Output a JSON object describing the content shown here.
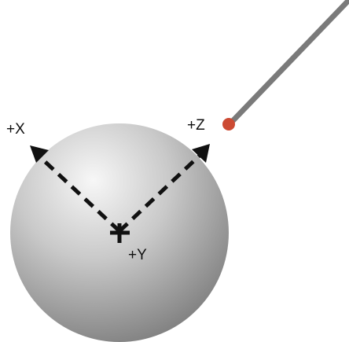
{
  "labels": {
    "x_axis": "+X",
    "z_axis": "+Z",
    "y_axis": "+Y"
  },
  "colors": {
    "sphere_highlight": "#f7f7f7",
    "sphere_mid": "#c9c9c9",
    "sphere_shadow": "#7d7d7d",
    "axis_arrows": "#111111",
    "rod": "#7a7a7a",
    "rod_tip": "#cc4a33"
  },
  "icons": {
    "origin": "plus-icon",
    "x_arrow": "arrow-up-left-icon",
    "z_arrow": "arrow-up-right-icon"
  }
}
